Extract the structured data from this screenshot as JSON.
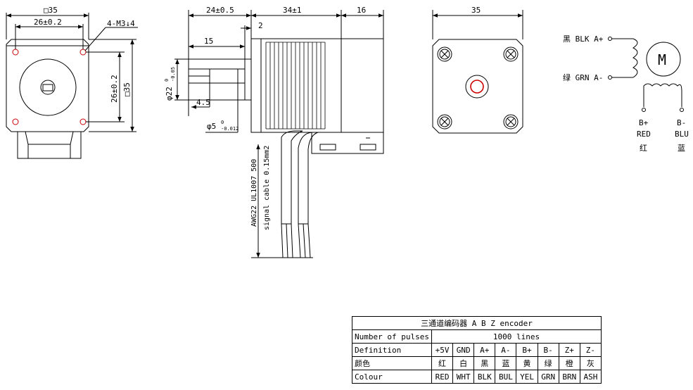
{
  "front_view": {
    "width_label": "□35",
    "hole_spacing_h": "26±0.2",
    "hole_callout": "4-M3↓4",
    "hole_spacing_v": "26±0.2",
    "height_label": "□35"
  },
  "side_view": {
    "flange_length": "24±0.5",
    "body_length": "34±1",
    "encoder_length": "16",
    "boss_thickness": "2",
    "shaft_length": "15",
    "flat_length": "4.5",
    "boss_diameter": "φ22",
    "boss_tolerance_upper": "0",
    "boss_tolerance_lower": "-0.05",
    "shaft_diameter": "φ5",
    "shaft_tolerance_upper": "0",
    "shaft_tolerance_lower": "-0.012",
    "cable_spec": "AWG22 UL1007 500",
    "signal_cable_spec": "signal cable 0.15mm2"
  },
  "rear_view": {
    "width_label": "35"
  },
  "wiring": {
    "a_plus": "黑 BLK A+",
    "a_minus": "绿 GRN A-",
    "motor_symbol": "M",
    "b_plus": "B+",
    "b_plus_color_en": "RED",
    "b_plus_color_cn": "红",
    "b_minus": "B-",
    "b_minus_color_en": "BLU",
    "b_minus_color_cn": "蓝"
  },
  "encoder_table": {
    "title": "三通道编码器 A B Z encoder",
    "pulses_label": "Number of pulses",
    "pulses_value": "1000 lines",
    "definition_label": "Definition",
    "color_cn_label": "颜色",
    "colour_label": "Colour",
    "definitions": [
      "+5V",
      "GND",
      "A+",
      "A-",
      "B+",
      "B-",
      "Z+",
      "Z-"
    ],
    "colors_cn": [
      "红",
      "白",
      "黑",
      "蓝",
      "黄",
      "绿",
      "橙",
      "灰"
    ],
    "colors_en": [
      "RED",
      "WHT",
      "BLK",
      "BUL",
      "YEL",
      "GRN",
      "BRN",
      "ASH"
    ]
  },
  "colors": {
    "line": "#000000",
    "center_mark": "#cc0000"
  }
}
